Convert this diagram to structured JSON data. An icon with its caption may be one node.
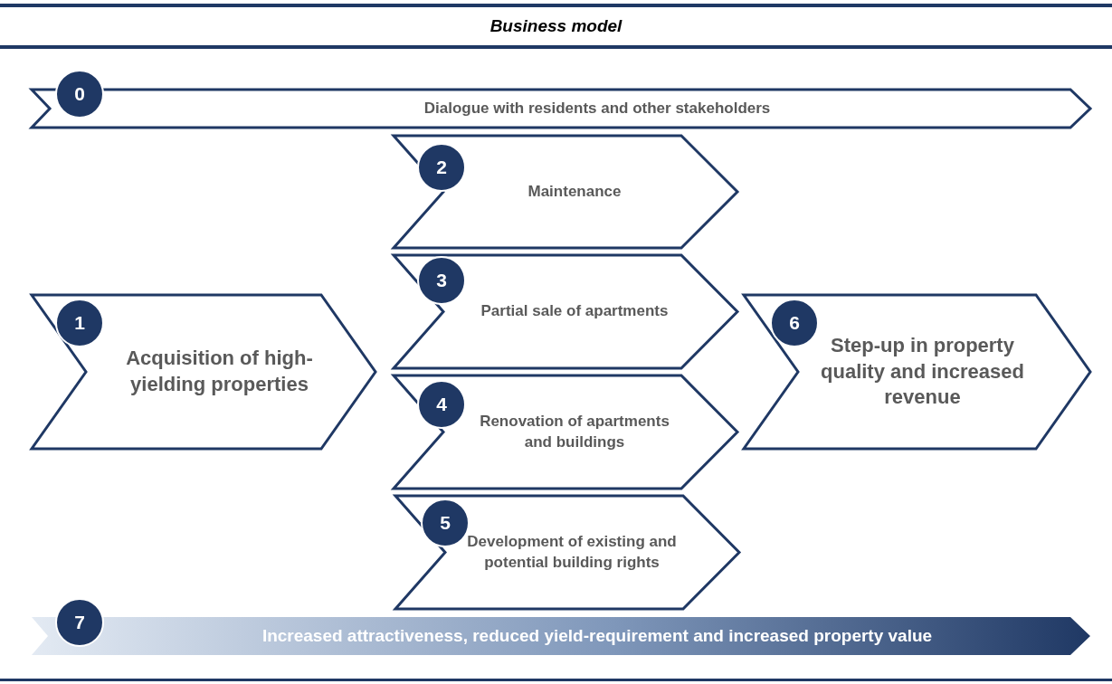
{
  "diagram": {
    "title": "Business model",
    "nodes": [
      {
        "text": [
          "0",
          "Dialogue with residents and other stakeholders"
        ]
      },
      {
        "text": [
          "1",
          "Acquisition of high-yielding properties"
        ]
      },
      {
        "text": [
          "2",
          "Maintenance"
        ]
      },
      {
        "text": [
          "3",
          "Partial sale of apartments"
        ]
      },
      {
        "text": [
          "4",
          "Renovation of apartments and buildings"
        ]
      },
      {
        "text": [
          "5",
          "Development of existing and potential building rights"
        ]
      },
      {
        "text": [
          "6",
          "Step-up in property quality and increased revenue"
        ]
      },
      {
        "text": [
          "7",
          "Increased attractiveness, reduced yield-requirement and increased property value"
        ]
      }
    ],
    "edges": []
  }
}
